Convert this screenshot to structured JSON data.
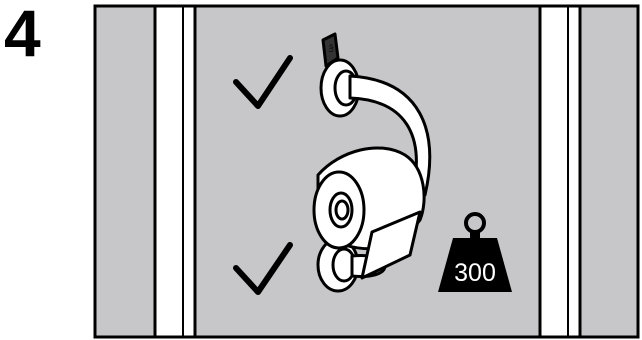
{
  "step": {
    "number": "4"
  },
  "weight": {
    "label": "300"
  },
  "tab": {
    "label": "UP"
  },
  "colors": {
    "wall": "#c7c7c9",
    "stud": "#ffffff",
    "outline": "#000000",
    "weight_fill": "#000000"
  },
  "icons": [
    "checkmark-icon",
    "checkmark-icon",
    "weight-icon"
  ]
}
